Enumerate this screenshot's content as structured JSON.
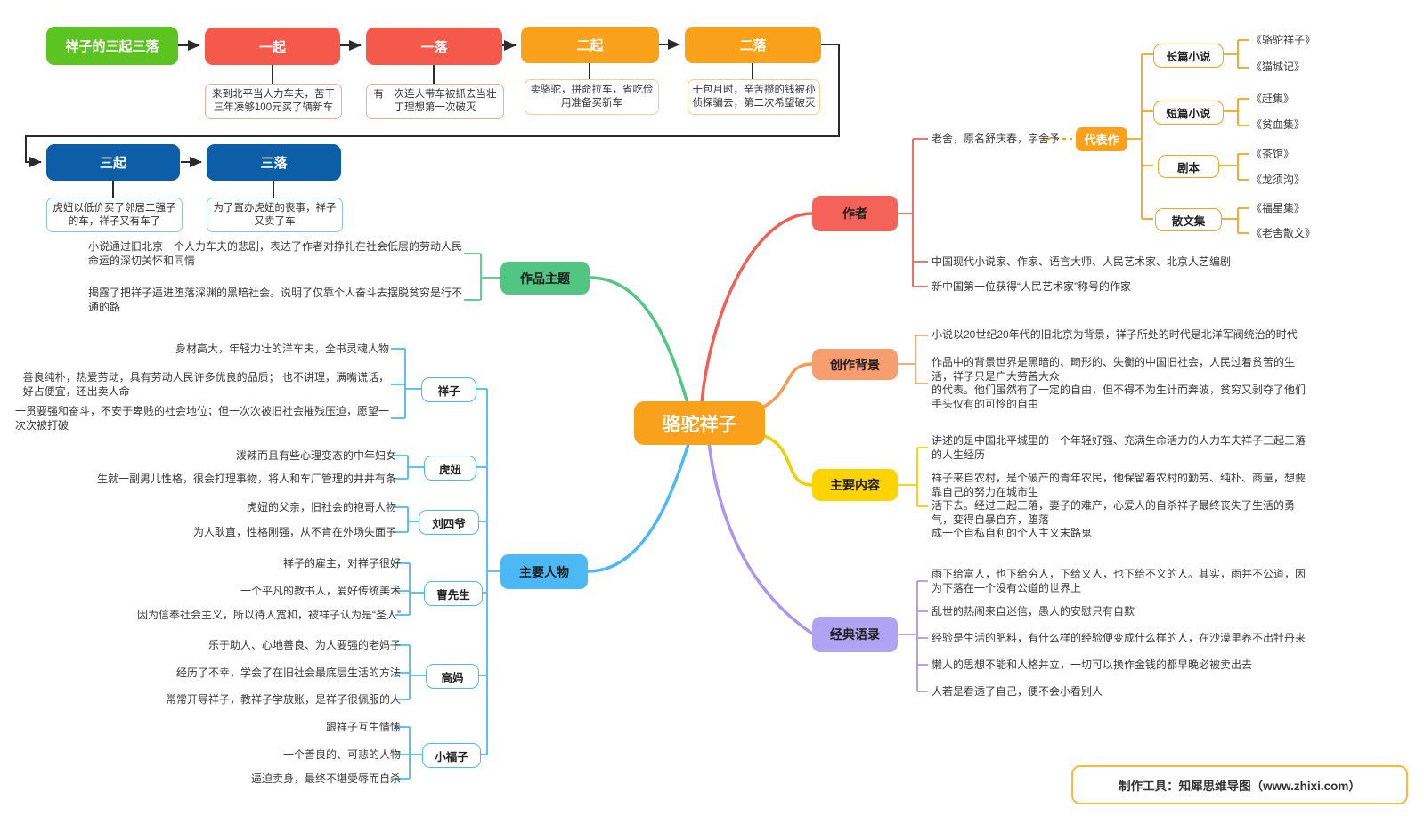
{
  "flowchart": {
    "title": "祥子的三起三落",
    "steps": [
      {
        "label": "一起",
        "note": "来到北平当人力车夫，苦干\n三年凑够100元买了辆新车"
      },
      {
        "label": "一落",
        "note": "有一次连人带车被抓去当壮\n丁理想第一次破灭"
      },
      {
        "label": "二起",
        "note": "卖骆驼，拼命拉车，省吃俭\n用准备买新车"
      },
      {
        "label": "二落",
        "note": "干包月时，辛苦攒的钱被孙\n侦探骗去，第二次希望破灭"
      },
      {
        "label": "三起",
        "note": "虎妞以低价买了邻居二强子\n的车，祥子又有车了"
      },
      {
        "label": "三落",
        "note": "为了置办虎妞的丧事，祥子\n又卖了车"
      }
    ]
  },
  "center": {
    "label": "骆驼祥子"
  },
  "theme": {
    "label": "作品主题",
    "items": [
      "小说通过旧北京一个人力车夫的悲剧，表达了作者对挣扎在社会低层的劳动人民\n命运的深切关怀和同情",
      "揭露了把祥子逼进堕落深渊的黑暗社会。说明了仅靠个人奋斗去摆脱贫穷是行不\n通的路"
    ]
  },
  "characters": {
    "label": "主要人物",
    "people": [
      {
        "name": "祥子",
        "traits": [
          "身材高大，年轻力壮的洋车夫，全书灵魂人物",
          "善良纯朴，热爱劳动，具有劳动人民许多优良的品质； 也不讲理，满嘴谎话，\n好占便宜，还出卖人命",
          "一贯要强和奋斗，不安于卑贱的社会地位；但一次次被旧社会摧残压迫，愿望一\n次次被打破"
        ]
      },
      {
        "name": "虎妞",
        "traits": [
          "泼辣而且有些心理变态的中年妇女",
          "生就一副男儿性格，很会打理事物，将人和车厂管理的井井有条"
        ]
      },
      {
        "name": "刘四爷",
        "traits": [
          "虎妞的父亲，旧社会的袍哥人物",
          "为人耿直，性格刚强，从不肯在外场失面子"
        ]
      },
      {
        "name": "曹先生",
        "traits": [
          "祥子的雇主，对祥子很好",
          "一个平凡的教书人，爱好传统美术",
          "因为信奉社会主义，所以待人宽和，被祥子认为是“圣人”"
        ]
      },
      {
        "name": "高妈",
        "traits": [
          "乐于助人、心地善良、为人要强的老妈子",
          "经历了不幸，学会了在旧社会最底层生活的方法",
          "常常开导祥子，教祥子学放账，是祥子很佩服的人"
        ]
      },
      {
        "name": "小福子",
        "traits": [
          "跟祥子互生情愫",
          "一个善良的、可悲的人物",
          "逼迫卖身，最终不堪受辱而自杀"
        ]
      }
    ]
  },
  "author": {
    "label": "作者",
    "items": [
      "老舍，原名舒庆春，字舍予",
      "中国现代小说家、作家、语言大师、人民艺术家、北京人艺编剧",
      "新中国第一位获得“人民艺术家”称号的作家"
    ],
    "works": {
      "label": "代表作",
      "categories": [
        {
          "name": "长篇小说",
          "books": [
            "《骆驼祥子》",
            "《猫城记》"
          ]
        },
        {
          "name": "短篇小说",
          "books": [
            "《赶集》",
            "《贫血集》"
          ]
        },
        {
          "name": "剧本",
          "books": [
            "《茶馆》",
            "《龙须沟》"
          ]
        },
        {
          "name": "散文集",
          "books": [
            "《福星集》",
            "《老舍散文》"
          ]
        }
      ]
    }
  },
  "background": {
    "label": "创作背景",
    "items": [
      "小说以20世纪20年代的旧北京为背景，祥子所处的时代是北洋军阀统治的时代",
      "作品中的背景世界是黑暗的、畸形的、失衡的中国旧社会，人民过着贫苦的生\n活，祥子只是广大劳苦大众\n的代表。他们虽然有了一定的自由，但不得不为生计而奔波，贫穷又剥夺了他们\n手头仅有的可怜的自由"
    ]
  },
  "content": {
    "label": "主要内容",
    "items": [
      "讲述的是中国北平城里的一个年轻好强、充满生命活力的人力车夫祥子三起三落\n的人生经历",
      "祥子来自农村，是个破产的青年农民，他保留着农村的勤劳、纯朴、商量，想要\n靠自己的努力在城市生\n活下去。经过三起三落，妻子的难产，心爱人的自杀祥子最终丧失了生活的勇\n气，变得自暴自弃，堕落\n成一个自私自利的个人主义末路鬼"
    ]
  },
  "quotes": {
    "label": "经典语录",
    "items": [
      "雨下给富人，也下给穷人，下给义人，也下给不义的人。其实，雨并不公道，因\n为下落在一个没有公道的世界上",
      "乱世的热闹来自迷信，愚人的安慰只有自欺",
      "经验是生活的肥料，有什么样的经验便变成什么样的人，在沙漠里养不出牡丹来",
      "懒人的思想不能和人格并立，一切可以换作金钱的都早晚必被卖出去",
      "人若是看透了自己，便不会小看别人"
    ]
  },
  "watermark": "制作工具：知犀思维导图（www.zhixi.com）",
  "colors": {
    "flow_green": "#5bc420",
    "flow_red": "#f4594b",
    "flow_orange": "#faa11c",
    "flow_blue": "#0c5ea9",
    "center_orange": "#faa11c",
    "theme_green": "#51c581",
    "characters_blue": "#4cb8f4",
    "author_red": "#f4625a",
    "background_salmon": "#f89d6e",
    "content_yellow": "#fcd303",
    "quotes_purple": "#b1a3f3",
    "watermark_border": "#f9b93c"
  }
}
